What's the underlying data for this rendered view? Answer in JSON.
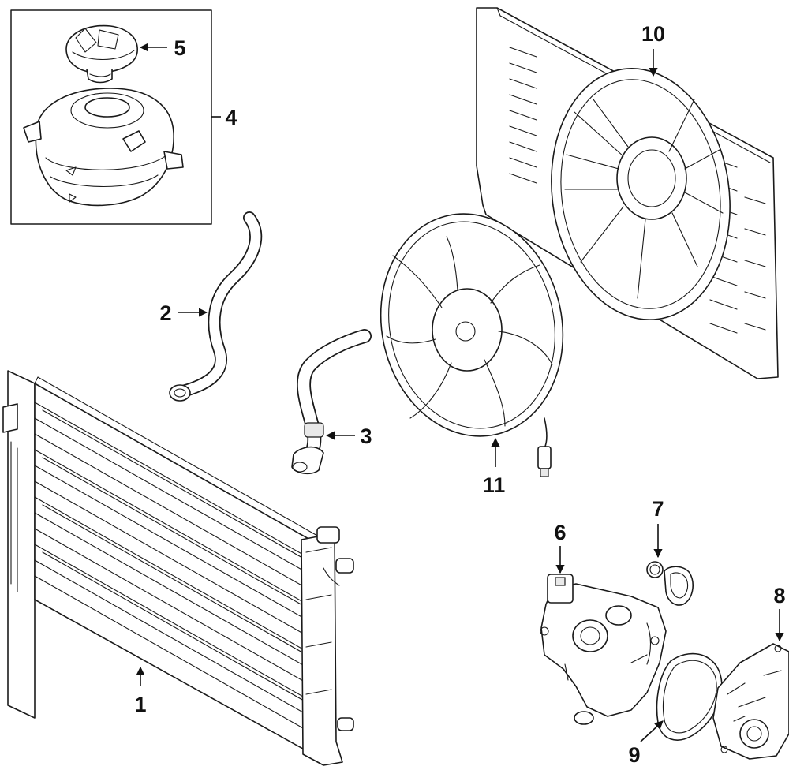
{
  "colors": {
    "line": "#1a1a1a",
    "background": "#ffffff"
  },
  "callouts": [
    {
      "id": "1",
      "label": "1"
    },
    {
      "id": "2",
      "label": "2"
    },
    {
      "id": "3",
      "label": "3"
    },
    {
      "id": "4",
      "label": "4"
    },
    {
      "id": "5",
      "label": "5"
    },
    {
      "id": "6",
      "label": "6"
    },
    {
      "id": "7",
      "label": "7"
    },
    {
      "id": "8",
      "label": "8"
    },
    {
      "id": "9",
      "label": "9"
    },
    {
      "id": "10",
      "label": "10"
    },
    {
      "id": "11",
      "label": "11"
    }
  ]
}
